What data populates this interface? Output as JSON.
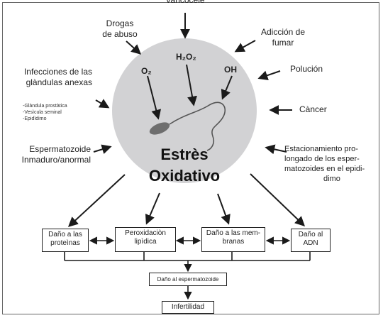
{
  "top_label": "Varicocele",
  "causes": {
    "drugs": [
      "Drogas",
      "de abuso"
    ],
    "smoking": [
      "Adicción de",
      "fumar"
    ],
    "pollution": "Polución",
    "cancer": "Càncer",
    "infections": [
      "Infecciones de las",
      "glàndulas anexas"
    ],
    "glands": [
      "-Glàndula prostàtica",
      "-Vesìcula seminal",
      "-Epidìdimo"
    ],
    "immature": [
      "Espermatozoide",
      "Inmaduro/anormal"
    ],
    "storage": [
      "Estacionamiento pro-",
      "longado de los esper-",
      "matozoides en el epidi-",
      "dimo"
    ]
  },
  "molecules": {
    "o2": "O₂",
    "h2o2": "H₂O₂",
    "oh": "OH"
  },
  "center_title": [
    "Estrès",
    "Oxidativo"
  ],
  "damage": {
    "proteins": [
      "Daño a las",
      "proteìnas"
    ],
    "lipid": [
      "Peroxidaciòn",
      "lipìdica"
    ],
    "membranes": [
      "Daño a las mem-",
      "branas"
    ],
    "dna": [
      "Daño al",
      "ADN"
    ]
  },
  "sperm_damage": "Daño al espermatozoide",
  "infertility": "Infertilidad",
  "colors": {
    "circle": "#d2d2d4",
    "line": "#1a1a1a",
    "sperm": "#6e6e6e"
  }
}
